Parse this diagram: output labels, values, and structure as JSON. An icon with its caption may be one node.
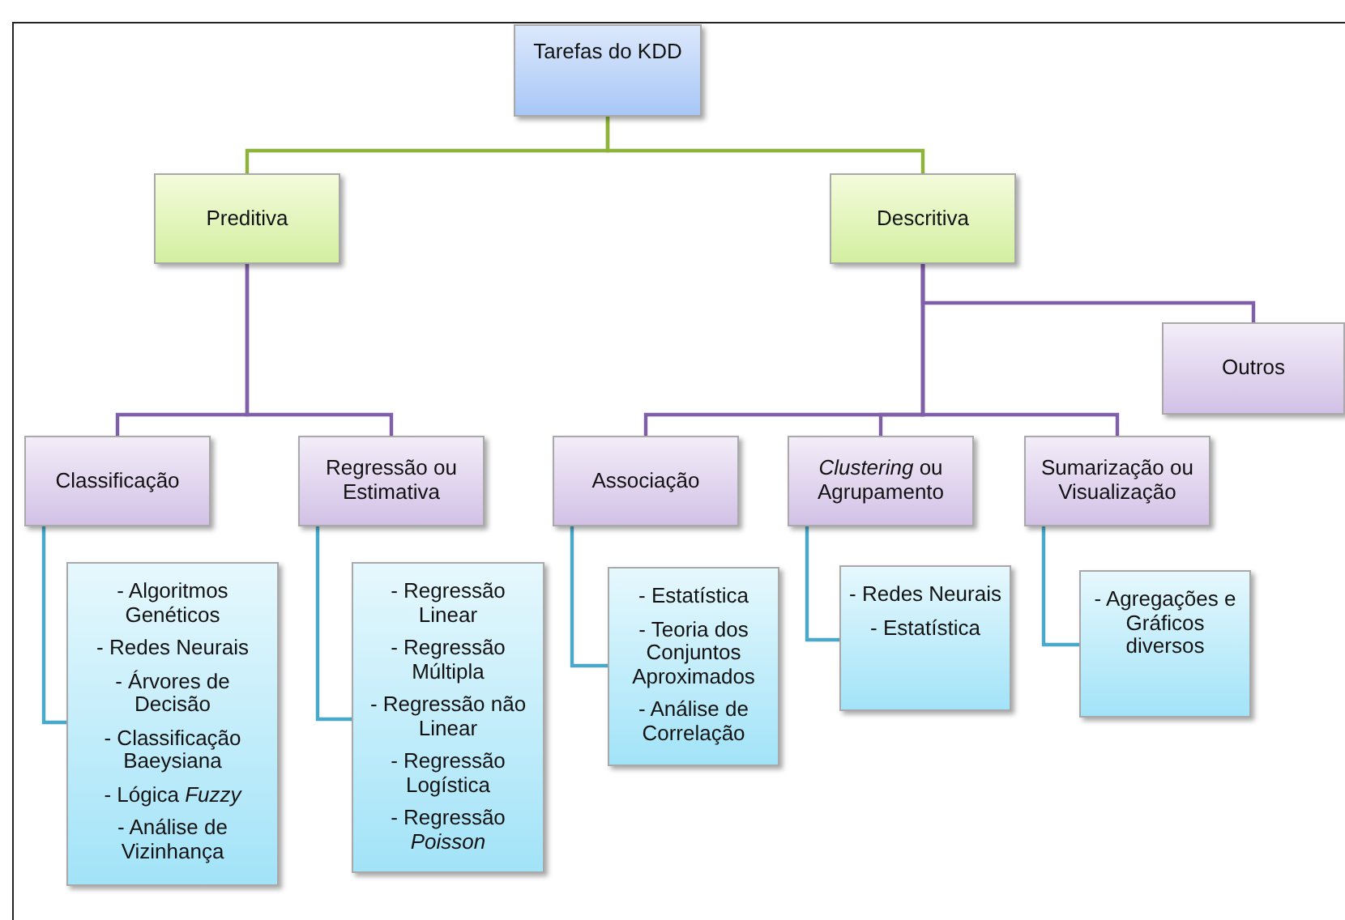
{
  "diagram": {
    "nodes": [
      {
        "text": [
          "Tarefas do KDD"
        ]
      },
      {
        "text": [
          "Preditiva"
        ]
      },
      {
        "text": [
          "Descritiva"
        ]
      },
      {
        "text": [
          "Outros"
        ]
      },
      {
        "text": [
          "Classificação"
        ]
      },
      {
        "text": [
          "Regressão ou Estimativa"
        ]
      },
      {
        "text": [
          "Associação"
        ]
      },
      {
        "text": [
          "*Clustering* ou Agrupamento"
        ]
      },
      {
        "text": [
          "Sumarização ou Visualização"
        ]
      },
      {
        "text": [
          "- Algoritmos Genéticos",
          "- Redes Neurais",
          "- Árvores de Decisão",
          "- Classificação Baeysiana",
          "- Lógica *Fuzzy*",
          "- Análise de Vizinhança"
        ]
      },
      {
        "text": [
          "- Regressão Linear",
          "- Regressão Múltipla",
          "- Regressão não Linear",
          "- Regressão Logística",
          "- Regressão *Poisson*"
        ]
      },
      {
        "text": [
          "- Estatística",
          "- Teoria dos Conjuntos Aproximados",
          "- Análise de Correlação"
        ]
      },
      {
        "text": [
          "- Redes Neurais",
          "- Estatística"
        ]
      },
      {
        "text": [
          "- Agregações e Gráficos diversos"
        ]
      }
    ],
    "edges": [
      {
        "from": 0,
        "to": 1,
        "arrow": "none",
        "color": "#8db33a"
      },
      {
        "from": 0,
        "to": 2,
        "arrow": "none",
        "color": "#8db33a"
      },
      {
        "from": 1,
        "to": 4,
        "arrow": "none"
      },
      {
        "from": 1,
        "to": 5,
        "arrow": "none"
      },
      {
        "from": 2,
        "to": 3,
        "arrow": "none"
      },
      {
        "from": 2,
        "to": 6,
        "arrow": "none"
      },
      {
        "from": 2,
        "to": 7,
        "arrow": "none"
      },
      {
        "from": 2,
        "to": 8,
        "arrow": "none"
      },
      {
        "from": 4,
        "to": 9,
        "arrow": "none",
        "color": "#4aa8c8"
      },
      {
        "from": 5,
        "to": 10,
        "arrow": "none",
        "color": "#4aa8c8"
      },
      {
        "from": 6,
        "to": 11,
        "arrow": "none",
        "color": "#4aa8c8"
      },
      {
        "from": 7,
        "to": 12,
        "arrow": "none",
        "color": "#4aa8c8"
      },
      {
        "from": 8,
        "to": 13,
        "arrow": "none",
        "color": "#4aa8c8"
      }
    ]
  }
}
